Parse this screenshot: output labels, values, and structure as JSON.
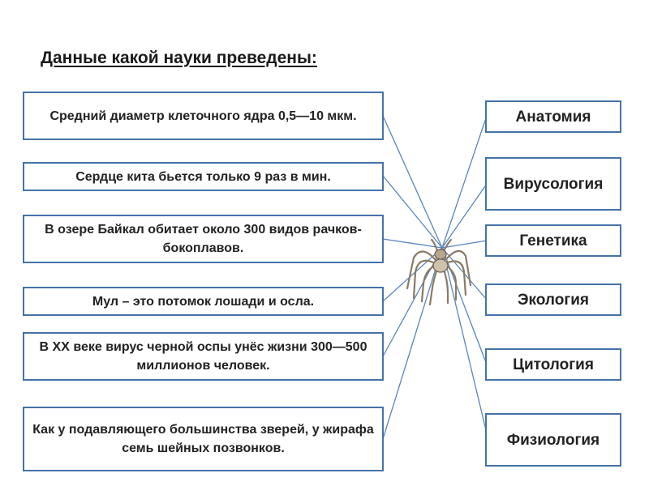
{
  "title": "Данные какой науки преведены:",
  "facts": [
    "Средний диаметр клеточного ядра 0,5—10 мкм.",
    "Сердце кита бьется только 9 раз в мин.",
    "В озере Байкал обитает около 300 видов рачков-бокоплавов.",
    "Мул – это потомок лошади и осла.",
    "В XX веке вирус черной оспы  унёс жизни 300—500 миллионов человек.",
    "Как у подавляющего большинства зверей, у жирафа семь шейных позвонков."
  ],
  "sciences": [
    "Анатомия",
    "Вирусология",
    "Генетика",
    "Экология",
    "Цитология",
    "Физиология"
  ],
  "colors": {
    "box_border": "#4472a8",
    "line": "#5b85bd",
    "text": "#222222"
  }
}
